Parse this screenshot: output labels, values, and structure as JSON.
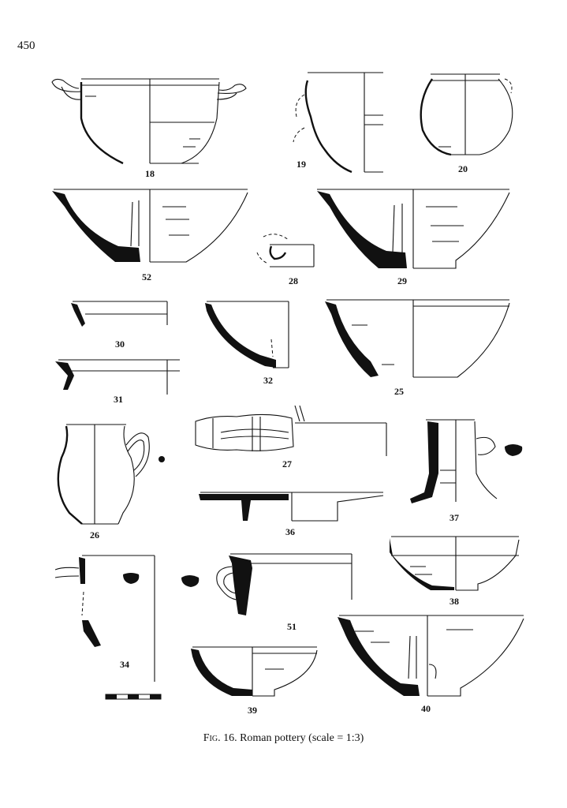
{
  "page": {
    "number": "450"
  },
  "caption": {
    "fig": "Fig. 16.",
    "text": " Roman pottery (scale = 1:3)"
  },
  "vessels": {
    "v18": "18",
    "v19": "19",
    "v20": "20",
    "v52": "52",
    "v28": "28",
    "v29": "29",
    "v30": "30",
    "v31": "31",
    "v32": "32",
    "v25": "25",
    "v26": "26",
    "v27": "27",
    "v37": "37",
    "v36": "36",
    "v34": "34",
    "v51": "51",
    "v38": "38",
    "v39": "39",
    "v40": "40"
  },
  "colors": {
    "ink": "#111111",
    "paper": "#ffffff"
  }
}
